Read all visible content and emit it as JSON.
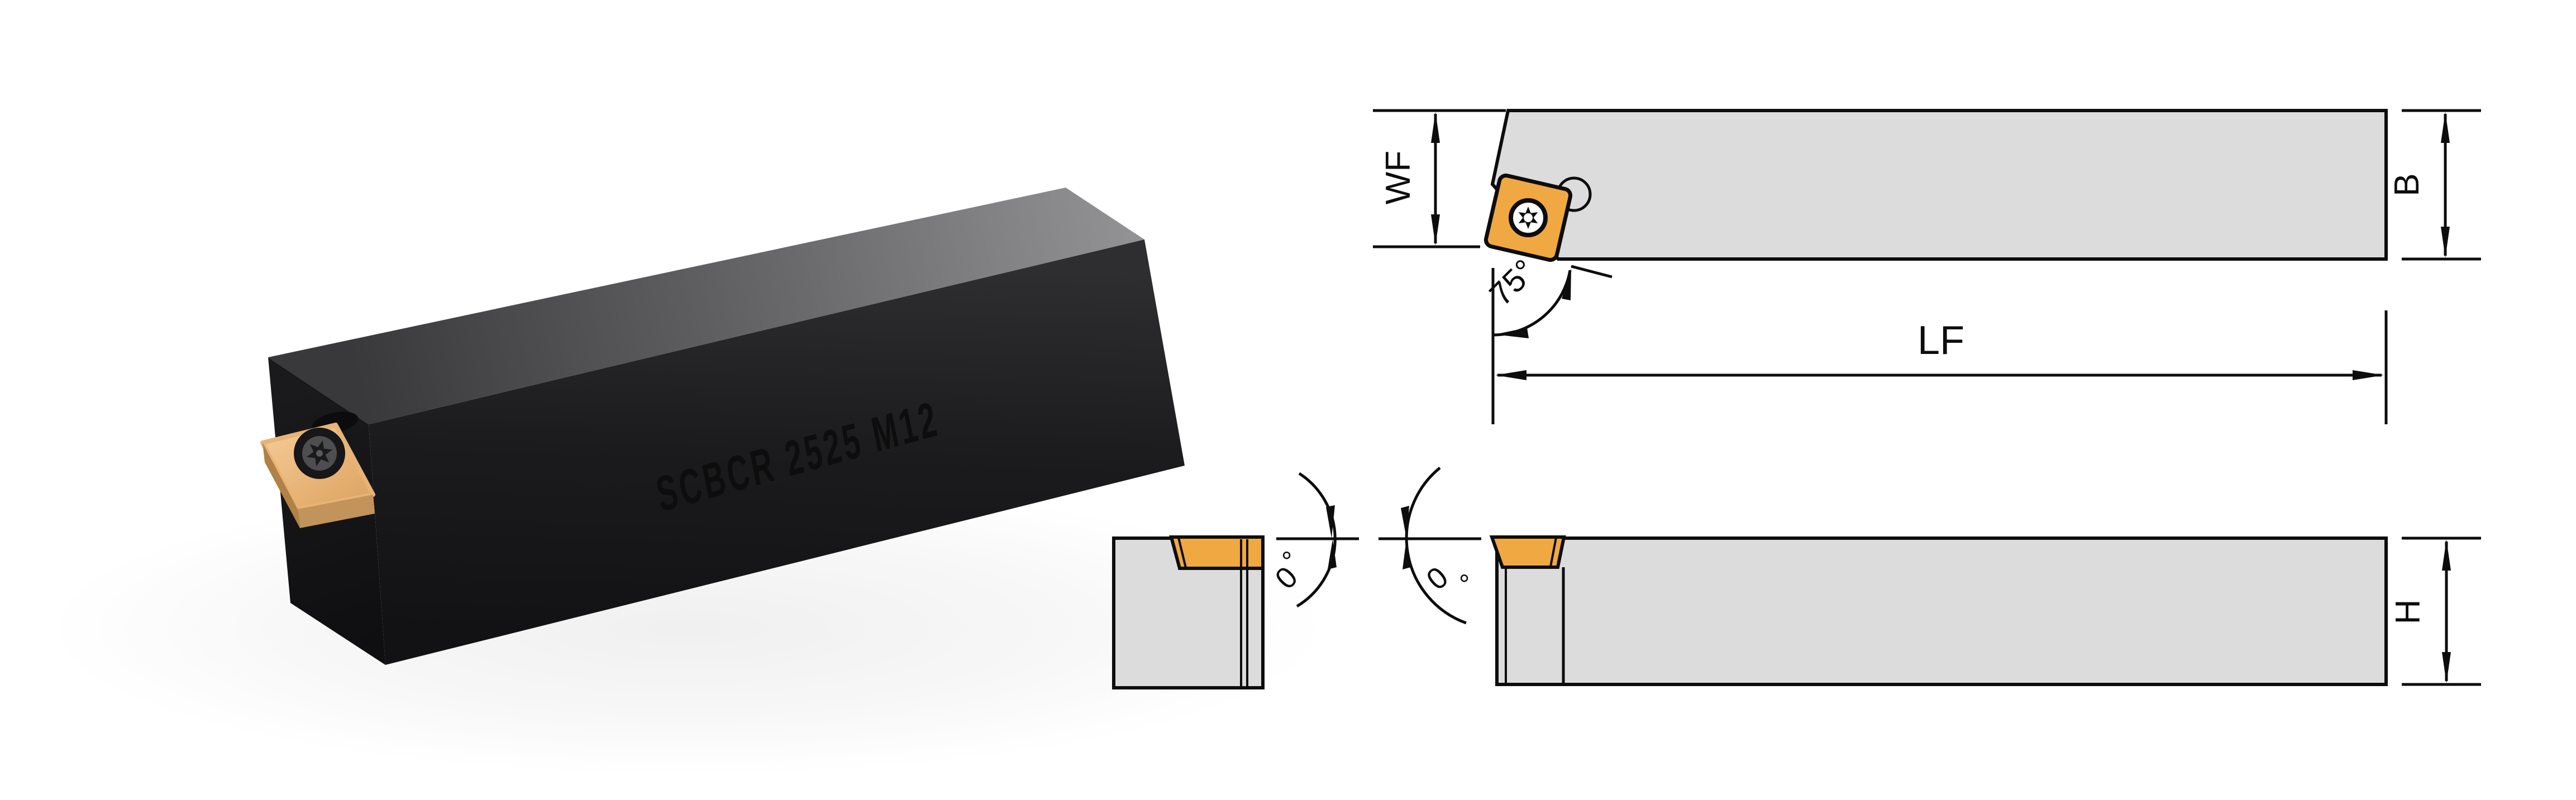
{
  "render": {
    "engraving": "SCBCR 2525 M12",
    "colors": {
      "holder_dark": "#18181a",
      "holder_top_light": "#8e8e90",
      "insert_tan": "#e8b878",
      "engraving_text": "#8e8e90"
    }
  },
  "drawing": {
    "colors": {
      "outline": "#0d0d0d",
      "steel_fill": "#dcdcdc",
      "insert_fill": "#f0a843"
    },
    "plan_view": {
      "width_head_label": "WF",
      "width_shank_label": "B",
      "length_label": "LF",
      "lead_angle_label": "75°"
    },
    "end_view": {
      "angle_digit": "0",
      "degree_symbol": "°"
    },
    "side_view": {
      "angle_digit": "0",
      "degree_symbol": "°",
      "height_label": "H"
    }
  }
}
